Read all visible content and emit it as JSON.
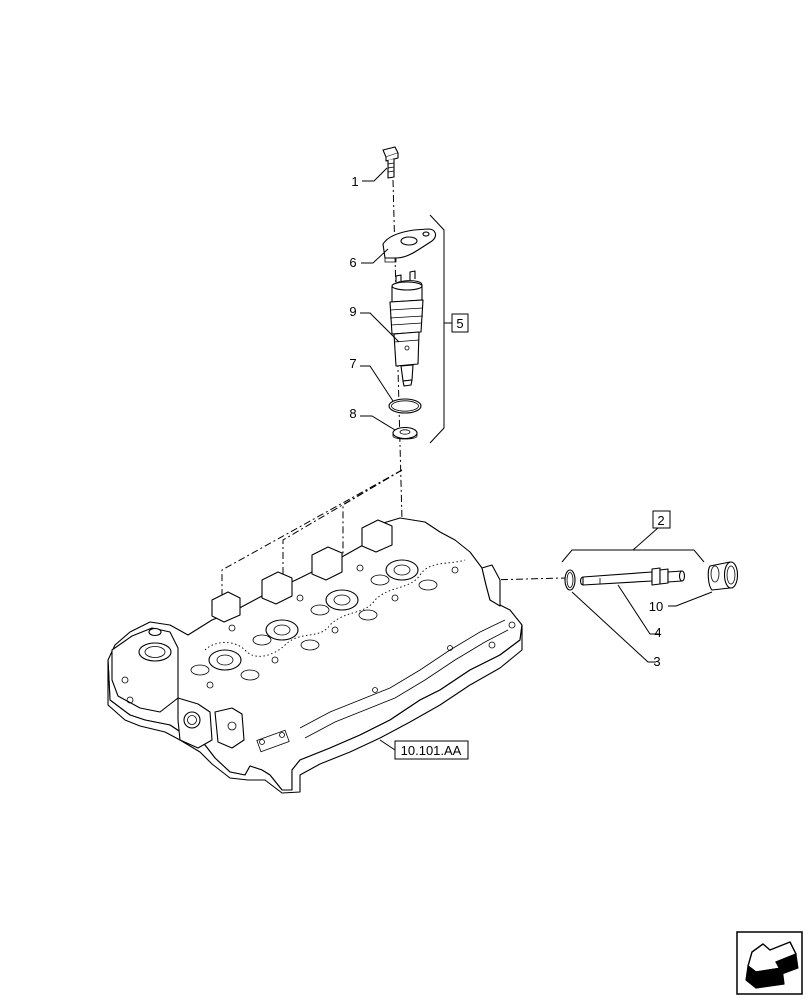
{
  "callouts": {
    "c1": "1",
    "c6": "6",
    "c9": "9",
    "c7": "7",
    "c8": "8",
    "c5": "5",
    "c2": "2",
    "c10": "10",
    "c4": "4",
    "c3": "3"
  },
  "reference": "10.101.AA",
  "icons": {
    "nav": "back-arrow-icon"
  }
}
